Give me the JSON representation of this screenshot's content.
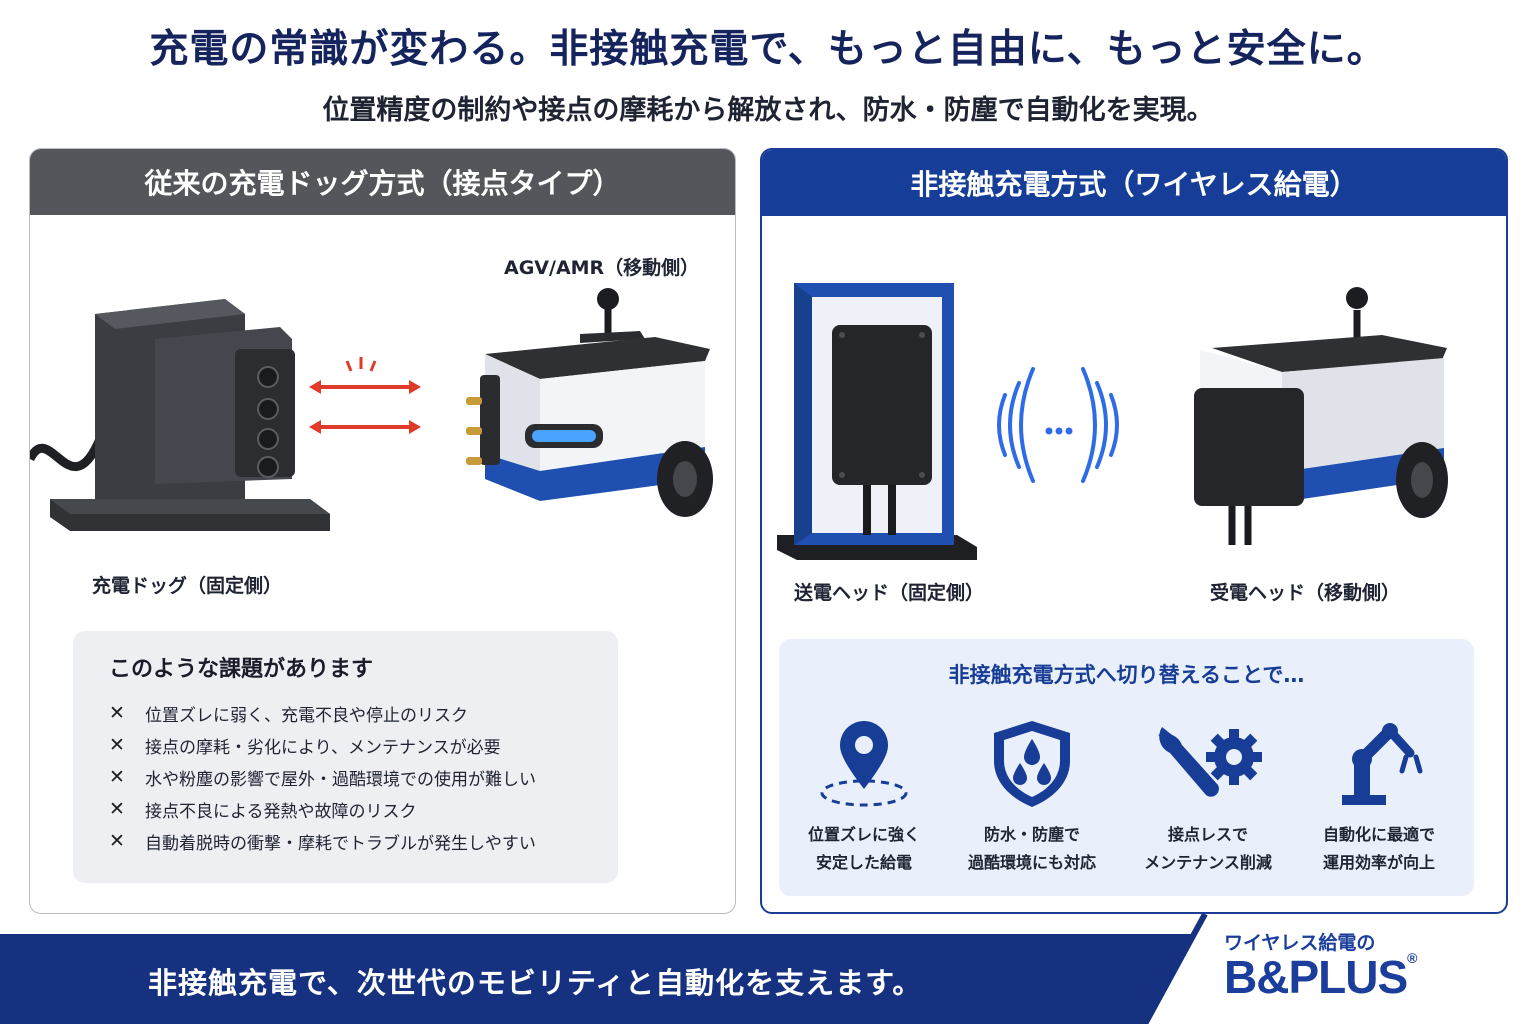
{
  "header": {
    "headline": "充電の常識が変わる。非接触充電で、もっと自由に、もっと安全に。",
    "subline": "位置精度の制約や接点の摩耗から解放され、防水・防塵で自動化を実現。"
  },
  "left_panel": {
    "title": "従来の充電ドッグ方式（接点タイプ）",
    "agv_label": "AGV/AMR（移動側）",
    "dock_label": "充電ドッグ（固定側）",
    "issues_title": "このような課題があります",
    "issues": [
      "位置ズレに弱く、充電不良や停止のリスク",
      "接点の摩耗・劣化により、メンテナンスが必要",
      "水や粉塵の影響で屋外・過酷環境での使用が難しい",
      "接点不良による発熱や故障のリスク",
      "自動着脱時の衝撃・摩耗でトラブルが発生しやすい"
    ],
    "issue_mark": "✕"
  },
  "right_panel": {
    "title": "非接触充電方式（ワイヤレス給電）",
    "transmitter_label": "送電ヘッド（固定側）",
    "receiver_label": "受電ヘッド（移動側）",
    "benefits_title": "非接触充電方式へ切り替えることで…",
    "benefits": [
      {
        "icon": "location-pin-icon",
        "line1": "位置ズレに強く",
        "line2": "安定した給電"
      },
      {
        "icon": "shield-water-icon",
        "line1": "防水・防塵で",
        "line2": "過酷環境にも対応"
      },
      {
        "icon": "wrench-gear-icon",
        "line1": "接点レスで",
        "line2": "メンテナンス削減"
      },
      {
        "icon": "robot-arm-icon",
        "line1": "自動化に最適で",
        "line2": "運用効率が向上"
      }
    ]
  },
  "footer": {
    "tagline": "非接触充電で、次世代のモビリティと自動化を支えます。",
    "logo_sub": "ワイヤレス給電の",
    "logo_main": "B&PLUS",
    "logo_mark": "®"
  },
  "colors": {
    "navy": "#16245e",
    "brand_blue": "#163e98",
    "footer_blue": "#16317f",
    "left_header_gray": "#54565c",
    "arrow_red": "#e03a2a",
    "wave_blue": "#2f6be6"
  }
}
